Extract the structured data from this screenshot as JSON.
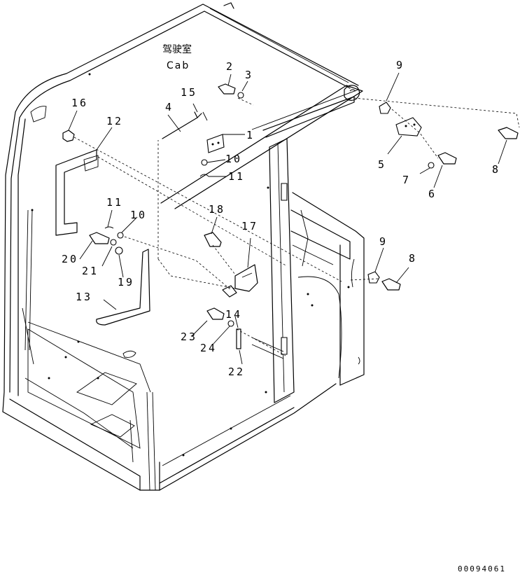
{
  "title_cn": "驾驶室",
  "title_en": "Cab",
  "drawing_code": "00094061",
  "callouts": [
    {
      "id": "c1",
      "text": "1"
    },
    {
      "id": "c2",
      "text": "2"
    },
    {
      "id": "c3",
      "text": "3"
    },
    {
      "id": "c4",
      "text": "4"
    },
    {
      "id": "c5",
      "text": "5"
    },
    {
      "id": "c6",
      "text": "6"
    },
    {
      "id": "c7",
      "text": "7"
    },
    {
      "id": "c8a",
      "text": "8"
    },
    {
      "id": "c8b",
      "text": "8"
    },
    {
      "id": "c9a",
      "text": "9"
    },
    {
      "id": "c9b",
      "text": "9"
    },
    {
      "id": "c10a",
      "text": "10"
    },
    {
      "id": "c10b",
      "text": "10"
    },
    {
      "id": "c11a",
      "text": "11"
    },
    {
      "id": "c11b",
      "text": "11"
    },
    {
      "id": "c12",
      "text": "12"
    },
    {
      "id": "c13",
      "text": "13"
    },
    {
      "id": "c14",
      "text": "14"
    },
    {
      "id": "c15",
      "text": "15"
    },
    {
      "id": "c16",
      "text": "16"
    },
    {
      "id": "c17",
      "text": "17"
    },
    {
      "id": "c18",
      "text": "18"
    },
    {
      "id": "c19",
      "text": "19"
    },
    {
      "id": "c20",
      "text": "20"
    },
    {
      "id": "c21",
      "text": "21"
    },
    {
      "id": "c22",
      "text": "22"
    },
    {
      "id": "c23",
      "text": "23"
    },
    {
      "id": "c24",
      "text": "24"
    }
  ]
}
